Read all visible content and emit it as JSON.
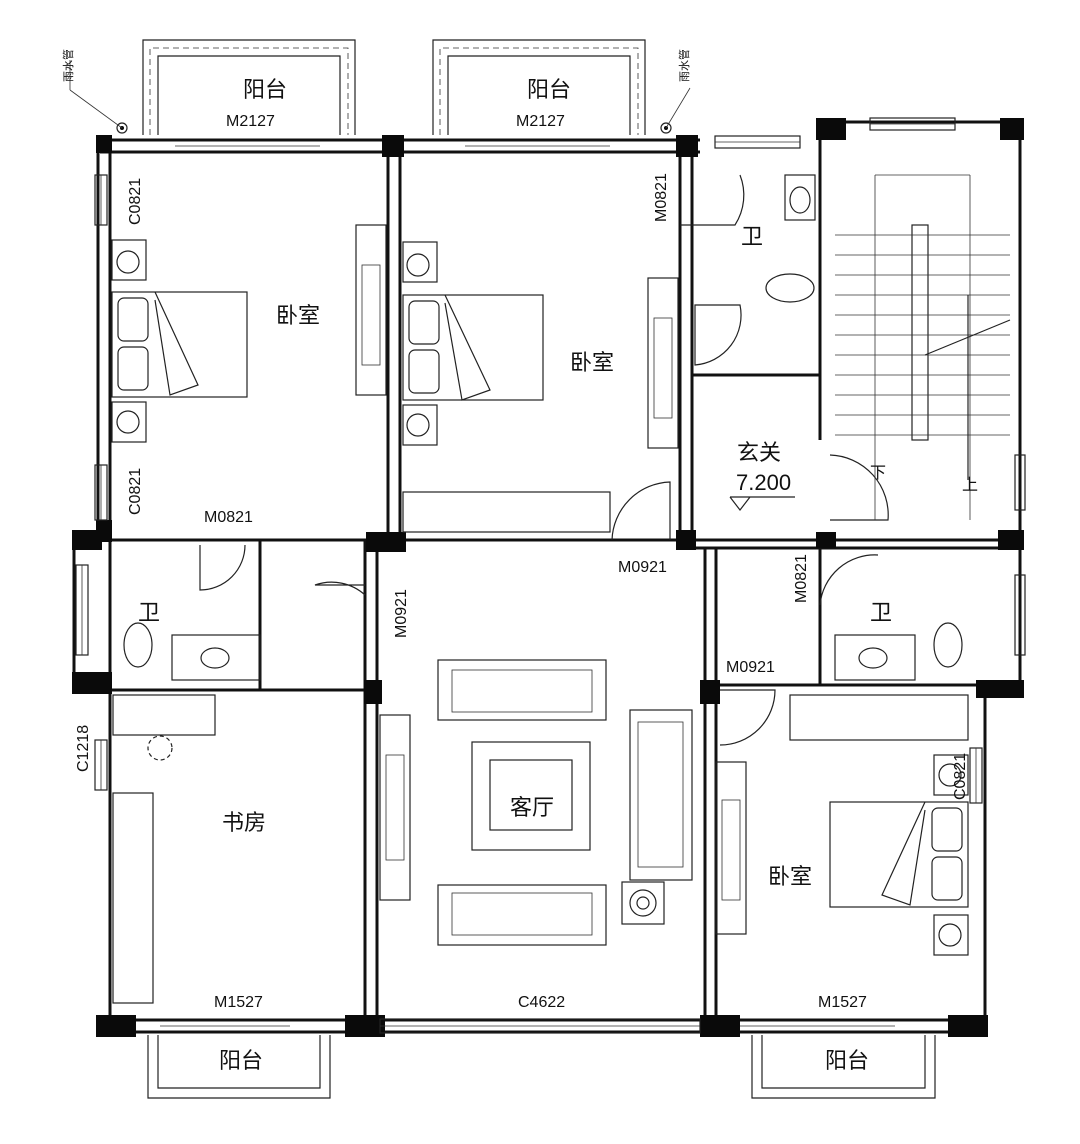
{
  "rooms": {
    "bedroom_nw": "卧室",
    "bedroom_n": "卧室",
    "bedroom_se": "卧室",
    "bath_ne": "卫",
    "bath_w": "卫",
    "bath_e": "卫",
    "foyer": "玄关",
    "study": "书房",
    "living": "客厅",
    "balcony_nw": "阳台",
    "balcony_n": "阳台",
    "balcony_sw": "阳台",
    "balcony_se": "阳台"
  },
  "elevation": "7.200",
  "rain_pipe": "雨水管",
  "codes": {
    "m2127_a": "M2127",
    "m2127_b": "M2127",
    "c0821_a": "C0821",
    "c0821_b": "C0821",
    "c0821_c": "C0821",
    "m0821_a": "M0821",
    "m0821_b": "M0821",
    "m0821_c": "M0821",
    "m0921_a": "M0921",
    "m0921_b": "M0921",
    "m0921_c": "M0921",
    "c1218": "C1218",
    "m1527_a": "M1527",
    "m1527_b": "M1527",
    "c4622": "C4622"
  },
  "stairs": {
    "down": "下",
    "up": "上"
  }
}
